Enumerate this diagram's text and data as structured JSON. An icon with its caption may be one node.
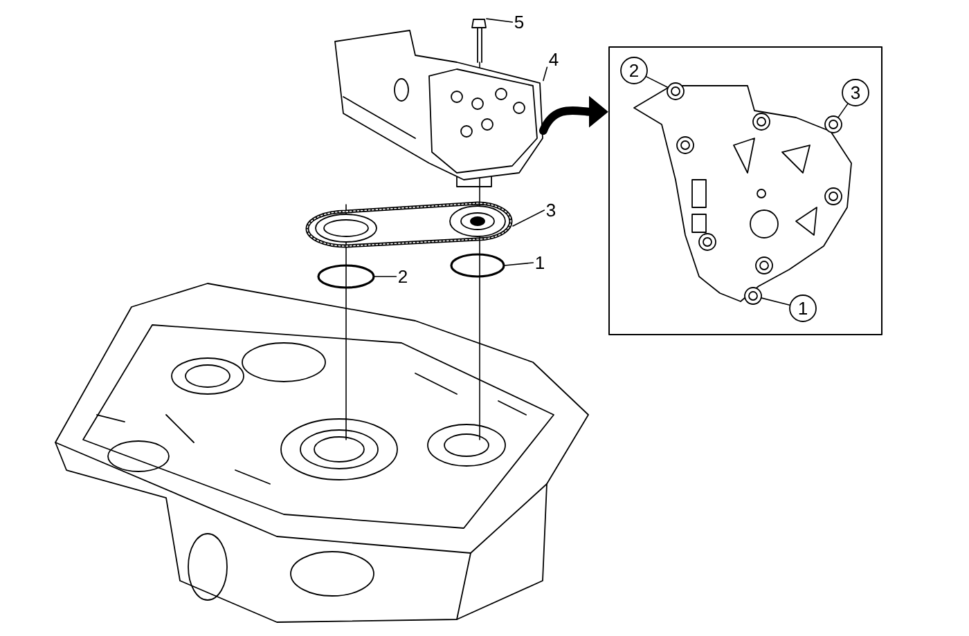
{
  "diagram": {
    "nodes": [
      {
        "text": [
          "5"
        ]
      },
      {
        "text": [
          "4"
        ]
      },
      {
        "text": [
          "3"
        ]
      },
      {
        "text": [
          "2"
        ]
      },
      {
        "text": [
          "1"
        ]
      },
      {
        "text": [],
        "shape": "box"
      },
      {
        "text": [
          "2"
        ],
        "in": 5
      },
      {
        "text": [
          "3"
        ],
        "in": 5
      },
      {
        "text": [
          "1"
        ],
        "in": 5
      },
      {
        "text": [],
        "shape": "picture"
      },
      {
        "text": [],
        "shape": "picture"
      },
      {
        "text": [],
        "shape": "picture"
      },
      {
        "text": [],
        "shape": "circle"
      },
      {
        "text": [],
        "shape": "circle"
      },
      {
        "text": [],
        "shape": "circle",
        "in": 5
      },
      {
        "text": [],
        "shape": "circle",
        "in": 5
      },
      {
        "text": [],
        "shape": "circle",
        "in": 5
      }
    ],
    "edges": [
      {
        "from": 0,
        "to": 9,
        "arrow": "none"
      },
      {
        "from": 1,
        "to": 10,
        "arrow": "none"
      },
      {
        "from": 2,
        "to": 11,
        "arrow": "none"
      },
      {
        "from": 3,
        "to": 12,
        "arrow": "none"
      },
      {
        "from": 4,
        "to": 13,
        "arrow": "none"
      },
      {
        "from": 6,
        "to": 14,
        "arrow": "none"
      },
      {
        "from": 7,
        "to": 15,
        "arrow": "none"
      },
      {
        "from": 8,
        "to": 16,
        "arrow": "none"
      },
      {
        "from": 10,
        "to": 5,
        "arrow": "to",
        "style": "thick"
      }
    ]
  }
}
